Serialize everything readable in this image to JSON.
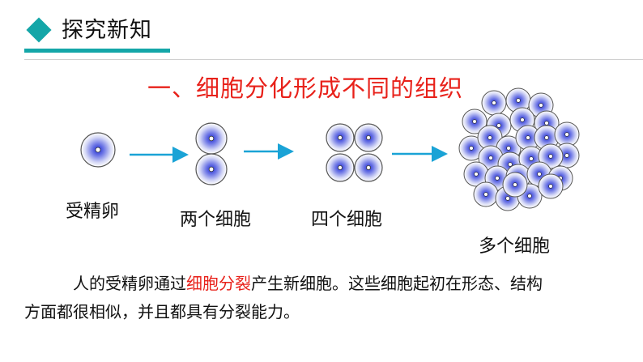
{
  "header": {
    "title": "探究新知",
    "accent_color": "#14a6a8",
    "icon": "diamond-icon"
  },
  "section": {
    "title": "一、细胞分化形成不同的组织",
    "title_color": "#e8211a"
  },
  "stages": {
    "stage1": "受精卵",
    "stage2": "两个细胞",
    "stage3": "四个细胞",
    "stage4": "多个细胞"
  },
  "paragraph": {
    "line1_before": "人的受精卵通过",
    "line1_highlight": "细胞分裂",
    "line1_after": "产生新细胞。这些细胞起初在形态、结构",
    "line2": "方面都很相似，并且都具有分裂能力。"
  },
  "colors": {
    "arrow": "#1aa3d6",
    "cell_center": "#2b33c9",
    "highlight": "#e8211a"
  }
}
